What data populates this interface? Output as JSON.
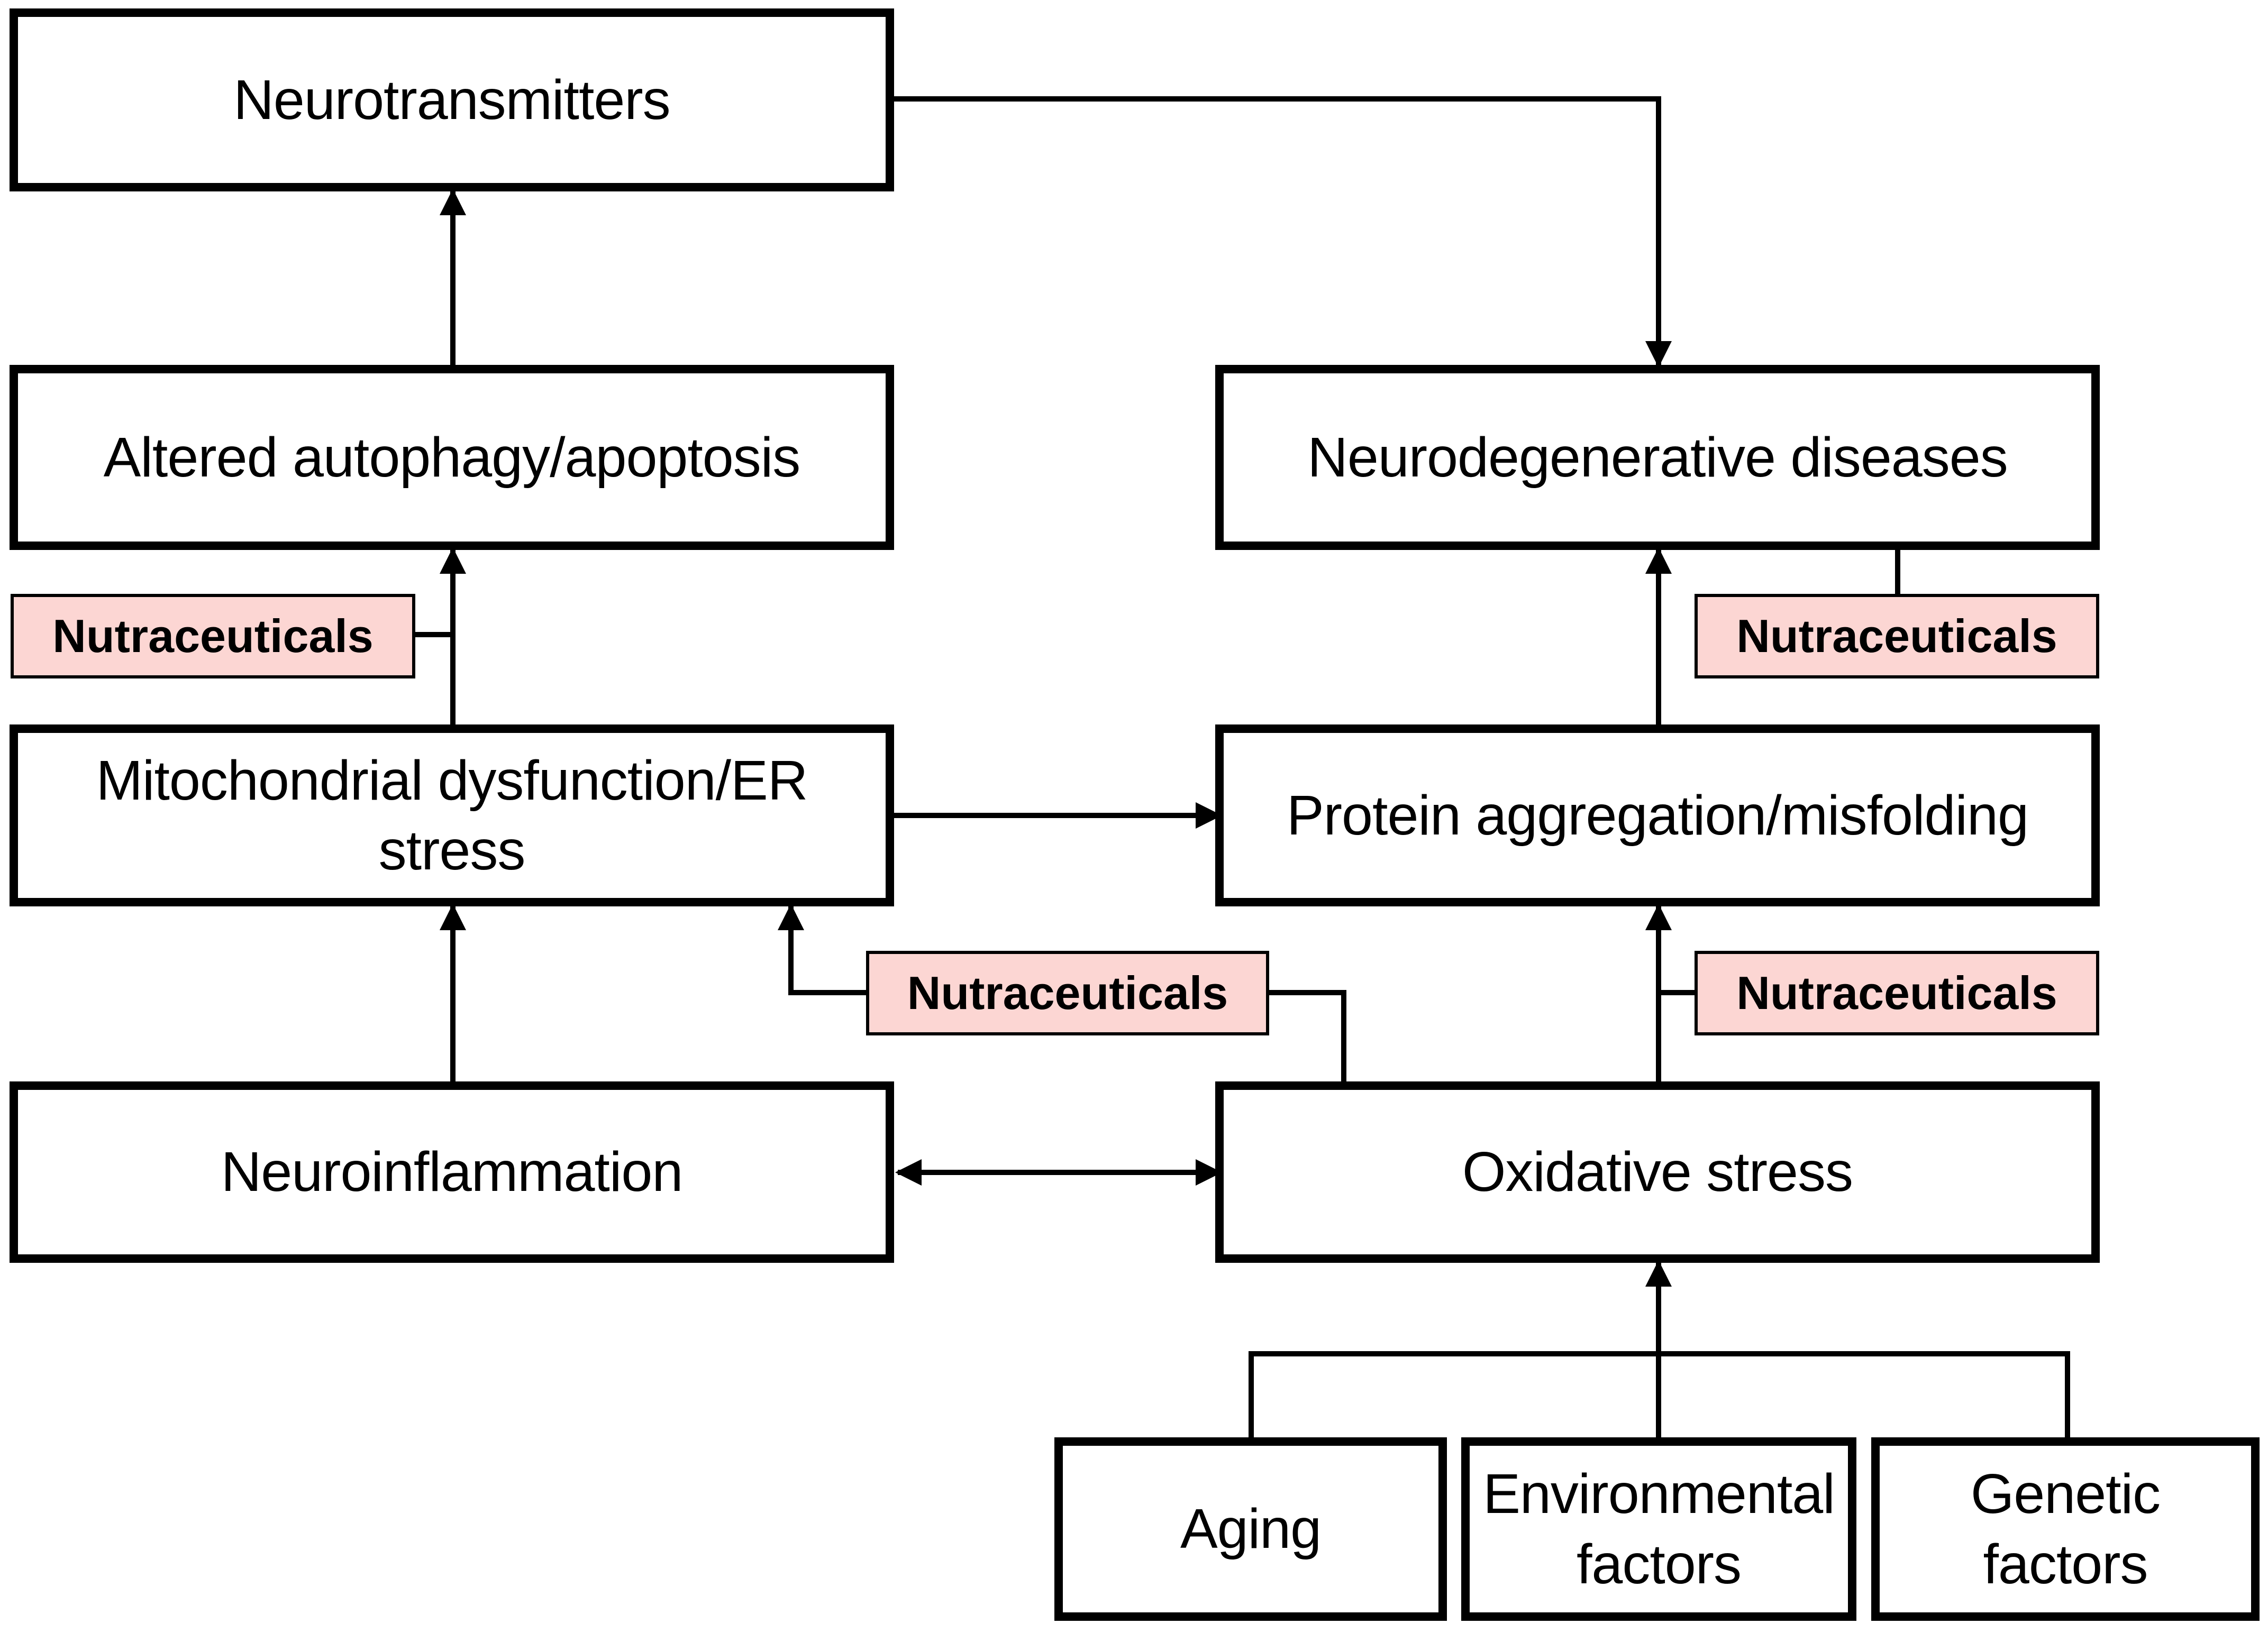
{
  "nodes": {
    "neurotransmitters": "Neurotransmitters",
    "autophagy": "Altered autophagy/apoptosis",
    "neurodegenerative": "Neurodegenerative diseases",
    "mitochondrial": "Mitochondrial dysfunction/ER stress",
    "protein": "Protein aggregation/misfolding",
    "neuroinflammation": "Neuroinflammation",
    "oxidative": "Oxidative stress",
    "aging": "Aging",
    "environmental": "Environmental\nfactors",
    "genetic": "Genetic\nfactors"
  },
  "nutraceuticals": [
    "Nutraceuticals",
    "Nutraceuticals",
    "Nutraceuticals",
    "Nutraceuticals"
  ],
  "colors": {
    "nutraceutical_fill": "#fcd6d3",
    "line": "#000000"
  }
}
